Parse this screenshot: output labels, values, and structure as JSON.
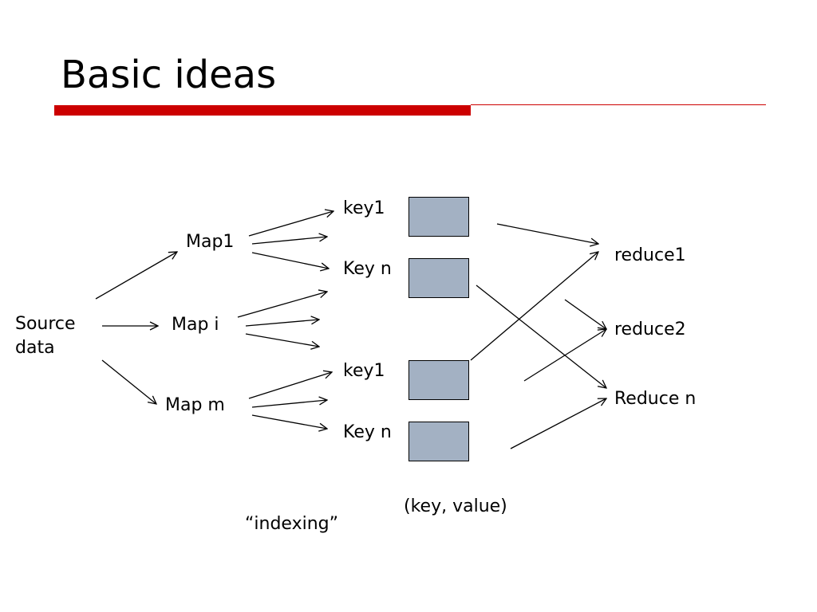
{
  "slide": {
    "title": "Basic ideas"
  },
  "colors": {
    "accent": "#cc0000",
    "box_fill": "#a3b1c3",
    "line": "#000000"
  },
  "diagram": {
    "source": "Source\ndata",
    "maps": [
      "Map1",
      "Map i",
      "Map m"
    ],
    "keys": [
      "key1",
      "Key n",
      "key1",
      "Key n"
    ],
    "reduces": [
      "reduce1",
      "reduce2",
      "Reduce n"
    ],
    "caption_indexing": "“indexing”",
    "caption_pairs": "(key, value)"
  }
}
